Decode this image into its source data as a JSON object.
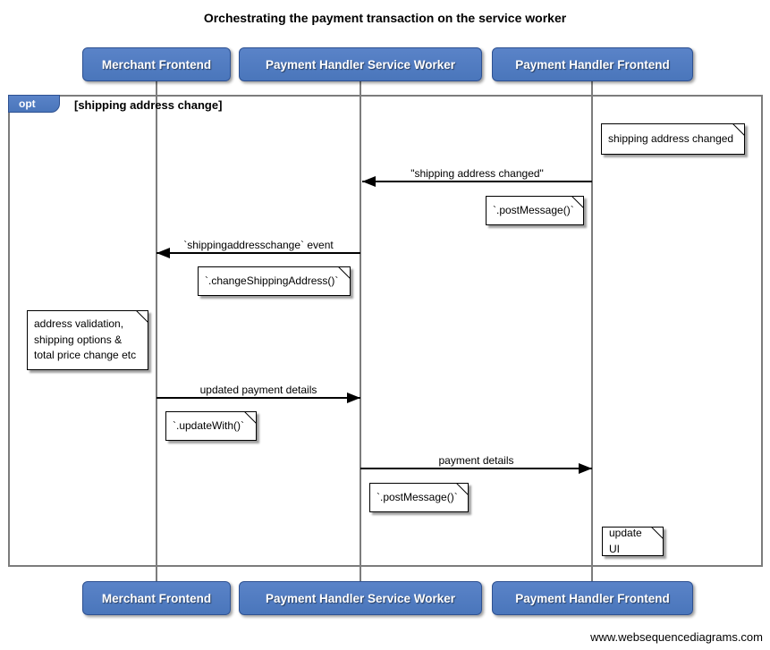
{
  "title": "Orchestrating the payment transaction on the service worker",
  "actors": [
    {
      "label": "Merchant Frontend"
    },
    {
      "label": "Payment Handler Service Worker"
    },
    {
      "label": "Payment Handler Frontend"
    }
  ],
  "fragment": {
    "operator": "opt",
    "condition": "[shipping address change]"
  },
  "messages": [
    {
      "label": "\"shipping address changed\"",
      "from": "Payment Handler Frontend",
      "to": "Payment Handler Service Worker",
      "direction": "left"
    },
    {
      "label": "`shippingaddresschange` event",
      "from": "Payment Handler Service Worker",
      "to": "Merchant Frontend",
      "direction": "left"
    },
    {
      "label": "updated payment details",
      "from": "Merchant Frontend",
      "to": "Payment Handler Service Worker",
      "direction": "right"
    },
    {
      "label": "payment details",
      "from": "Payment Handler Service Worker",
      "to": "Payment Handler Frontend",
      "direction": "right"
    }
  ],
  "notes": [
    {
      "text": "shipping address changed"
    },
    {
      "text": "`.postMessage()`"
    },
    {
      "text": "`.changeShippingAddress()`"
    },
    {
      "text": "address validation,\nshipping options &\ntotal price change etc"
    },
    {
      "text": "`.updateWith()`"
    },
    {
      "text": "`.postMessage()`"
    },
    {
      "text": "update UI"
    }
  ],
  "watermark": "www.websequencediagrams.com",
  "colors": {
    "actor_fill": "#4d7ac2",
    "actor_border": "#2e5191",
    "frame_border": "#7c7c7c",
    "lifeline": "#7c7c7c",
    "note_fill": "#ffffff",
    "arrow": "#000000"
  }
}
